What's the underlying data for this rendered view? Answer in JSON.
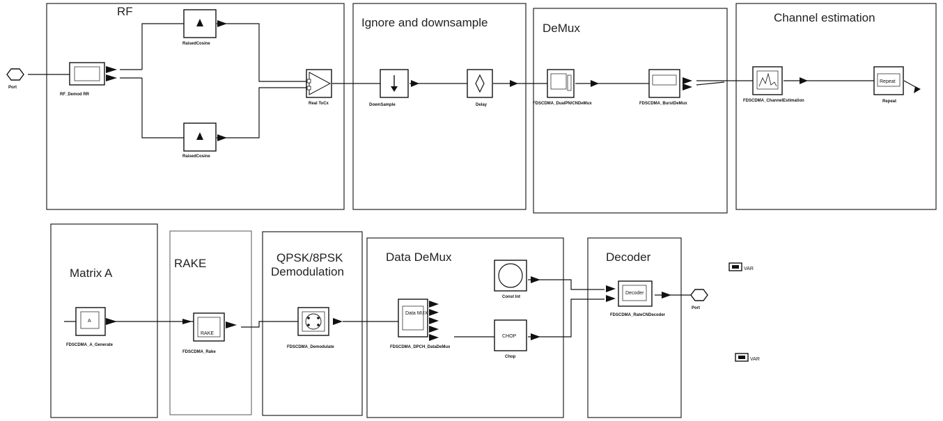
{
  "groups": {
    "rf": "RF",
    "ignore": "Ignore and downsample",
    "demux": "DeMux",
    "chest": "Channel estimation",
    "matrix": "Matrix A",
    "rake": "RAKE",
    "qpsk_1": "QPSK/8PSK",
    "qpsk_2": "Demodulation",
    "datademux": "Data DeMux",
    "decoder": "Decoder"
  },
  "blocks": {
    "port_in": "Port",
    "rf_demod": "RF_Demod RR",
    "raised_cosine_top": "RaisedCosine",
    "raised_cosine_bottom": "RaisedCosine",
    "realtocx": "Real ToCx",
    "downsample": "DownSample",
    "delay": "Delay",
    "dual_pn": "FDSCDMA_DualPN/CNDeMux",
    "burst_demux": "FDSCDMA_BurstDeMux",
    "chan_est": "FDSCDMA_ChannelEstimation",
    "repeat": "Repeat",
    "a_generate": "FDSCDMA_A_Generate",
    "rake_block": "FDSCDMA_Rake",
    "demodulate": "FDSCDMA_Demodulate",
    "data_demux": "FDSCDMA_DPCH_DataDeMux",
    "const_int": "Const Int",
    "chop": "Chop",
    "rate_cn_decoder": "FDSCDMA_RateCNDecoder",
    "port_out": "Port"
  },
  "block_labels": {
    "a": "A",
    "chop": "CHOP",
    "rake": "RAKE",
    "repeat": "Repeat",
    "data_mux": "Data MUX",
    "decoder": "Decoder"
  },
  "var_labels": [
    "VAR",
    "VAR"
  ]
}
